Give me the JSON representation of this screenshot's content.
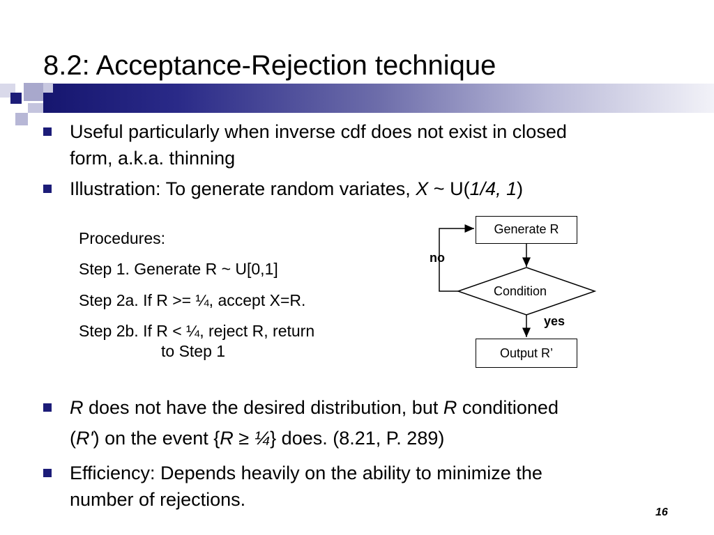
{
  "slide": {
    "title": "8.2: Acceptance-Rejection technique",
    "page_number": "16",
    "accent_color": "#1c1c78"
  },
  "bullets": {
    "b1": {
      "line1": "Useful particularly when inverse cdf does not exist in closed",
      "line2": "form, a.k.a. thinning"
    },
    "b2": {
      "prefix": "Illustration: To generate random variates, ",
      "var": "X",
      "mid": " ~ U(",
      "args": "1/4, 1",
      "suffix": ")"
    },
    "b3": {
      "var1": "R",
      "text1": " does not have the desired distribution, but ",
      "var2": "R",
      "text2": " conditioned",
      "open": "(",
      "var3": "R'",
      "text3": ") on the event {",
      "var4": "R",
      "geq": " ≥ ",
      "frac": "¼",
      "text4": "} does.     (8.21, P. 289)"
    },
    "b4": {
      "line1": "Efficiency: Depends heavily on the ability to minimize the",
      "line2": "number of rejections."
    }
  },
  "procedures": {
    "heading": "Procedures:",
    "step1": "Step 1.   Generate R ~ U[0,1]",
    "step2a": "Step 2a. If R >= ¼, accept X=R.",
    "step2b_line1": "Step 2b. If R < ¼, reject R, return",
    "step2b_line2": "to Step 1"
  },
  "flowchart": {
    "generate": "Generate R",
    "condition": "Condition",
    "output": "Output R’",
    "no_label": "no",
    "yes_label": "yes"
  }
}
